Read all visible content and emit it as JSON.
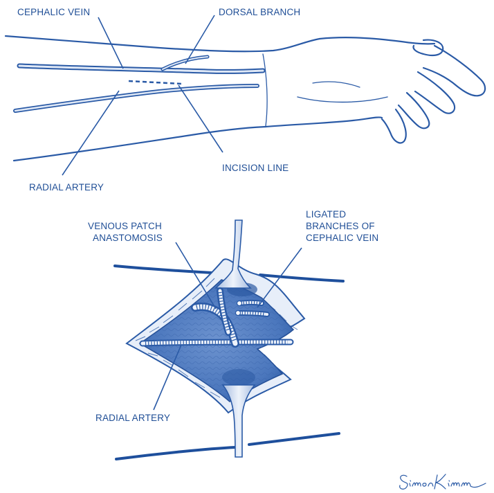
{
  "labels": {
    "cephalic_vein": "CEPHALIC VEIN",
    "dorsal_branch": "DORSAL BRANCH",
    "incision_line": "INCISION LINE",
    "radial_artery_top": "RADIAL ARTERY",
    "venous_patch_line1": "VENOUS PATCH",
    "venous_patch_line2": "ANASTOMOSIS",
    "ligated_line1": "LIGATED",
    "ligated_line2": "BRANCHES OF",
    "ligated_line3": "CEPHALIC VEIN",
    "radial_artery_bottom": "RADIAL ARTERY"
  },
  "signature": "Simon Kimm",
  "colors": {
    "ink": "#1f4e96",
    "stroke": "#2a5aa6",
    "tissue_fill": "#5b83c6",
    "tissue_dark": "#3d66ae",
    "vessel_fill": "#dfe8f6",
    "background": "#ffffff"
  }
}
